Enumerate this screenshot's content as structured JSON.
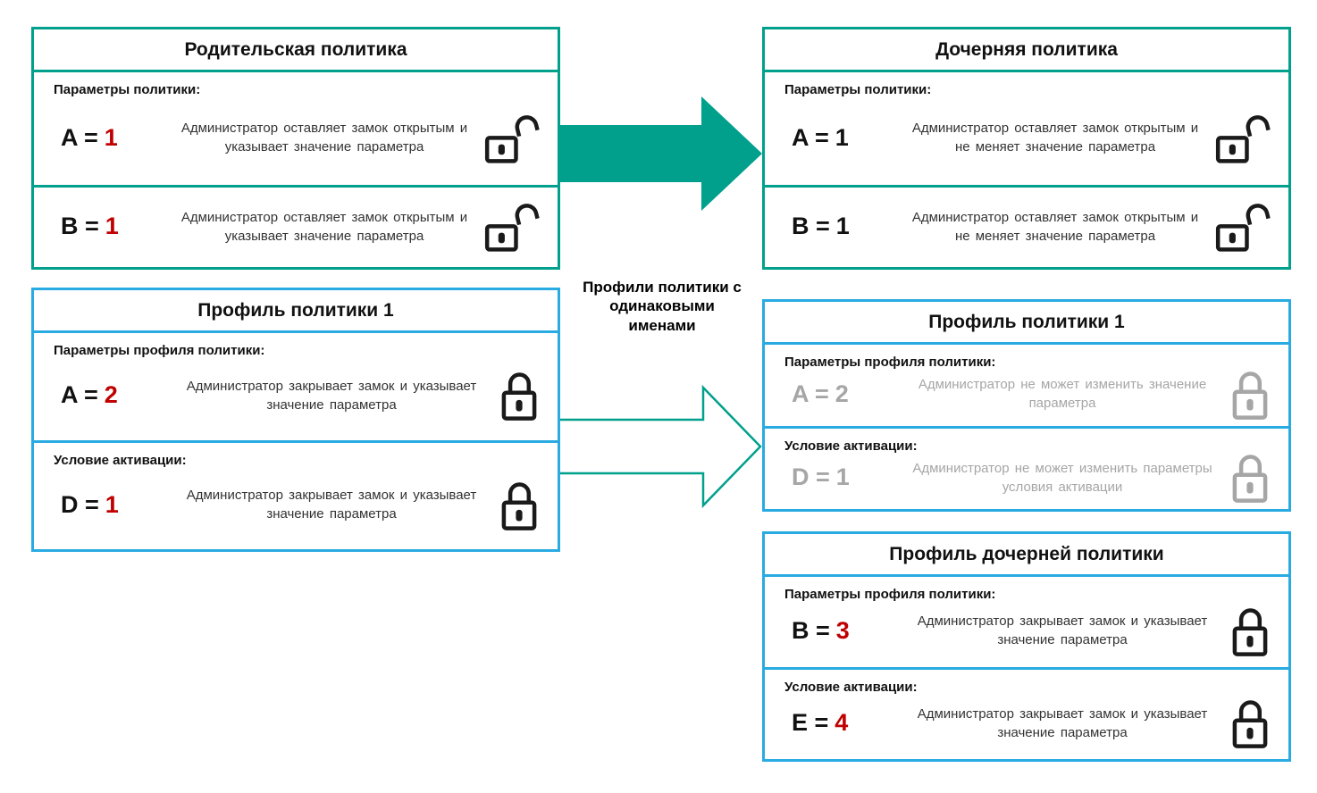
{
  "colors": {
    "teal_border": "#00A08C",
    "blue_border": "#29ABE2",
    "value_red": "#C00000",
    "value_black": "#111111",
    "disabled_gray": "#A6A6A6",
    "text": "#333333"
  },
  "connector_label": {
    "text": "Профили политики с одинаковыми именами",
    "lines": [
      "Профили политики с",
      "одинаковыми",
      "именами"
    ]
  },
  "boxes": {
    "parent_policy": {
      "title": "Родительская политика",
      "segments": [
        {
          "label": "Параметры  политики:",
          "param": "A =",
          "value": "1",
          "desc": "Администратор  оставляет замок открытым и указывает  значение  параметра",
          "lock": "open-lock"
        },
        {
          "param": "B =",
          "value": "1",
          "desc": "Администратор  оставляет  замок  открытым и указывает  значение  параметра",
          "lock": "open-lock"
        }
      ]
    },
    "child_policy": {
      "title": "Дочерняя политика",
      "segments": [
        {
          "label": "Параметры  политики:",
          "param": "A =",
          "value": "1",
          "desc": "Администратор  оставляет  замок  открытым и не меняет  значение  параметра",
          "lock": "open-lock"
        },
        {
          "param": "B =",
          "value": "1",
          "desc": "Администратор  оставляет  замок  открытым и не меняет  значение  параметра",
          "lock": "open-lock"
        }
      ]
    },
    "parent_profile": {
      "title": "Профиль политики 1",
      "segments": [
        {
          "label": "Параметры  профиля политики:",
          "param": "A =",
          "value": "2",
          "desc": "Администратор  закрывает  замок  и указывает  значение  параметра",
          "lock": "closed-lock"
        },
        {
          "label": "Условие  активации:",
          "param": "D =",
          "value": "1",
          "desc": "Администратор  закрывает  замок  и указывает  значение  параметра",
          "lock": "closed-lock"
        }
      ]
    },
    "inherited_profile": {
      "title": "Профиль политики 1",
      "segments": [
        {
          "label": "Параметры  профиля политики:",
          "param": "A =",
          "value": "2",
          "desc": "Администратор  не может  изменить  значение параметра",
          "lock": "closed-lock-gray"
        },
        {
          "label": "Условие  активации:",
          "param": "D =",
          "value": "1",
          "desc": "Администратор  не может  изменить параметры  условия  активации",
          "lock": "closed-lock-gray"
        }
      ]
    },
    "child_profile": {
      "title": "Профиль дочерней политики",
      "segments": [
        {
          "label": "Параметры  профиля политики:",
          "param": "B =",
          "value": "3",
          "desc": "Администратор  закрывает  замок  и указывает  значение  параметра",
          "lock": "closed-lock"
        },
        {
          "label": "Условие  активации:",
          "param": "E =",
          "value": "4",
          "desc": "Администратор  закрывает  замок  и указывает  значение  параметра",
          "lock": "closed-lock"
        }
      ]
    }
  }
}
